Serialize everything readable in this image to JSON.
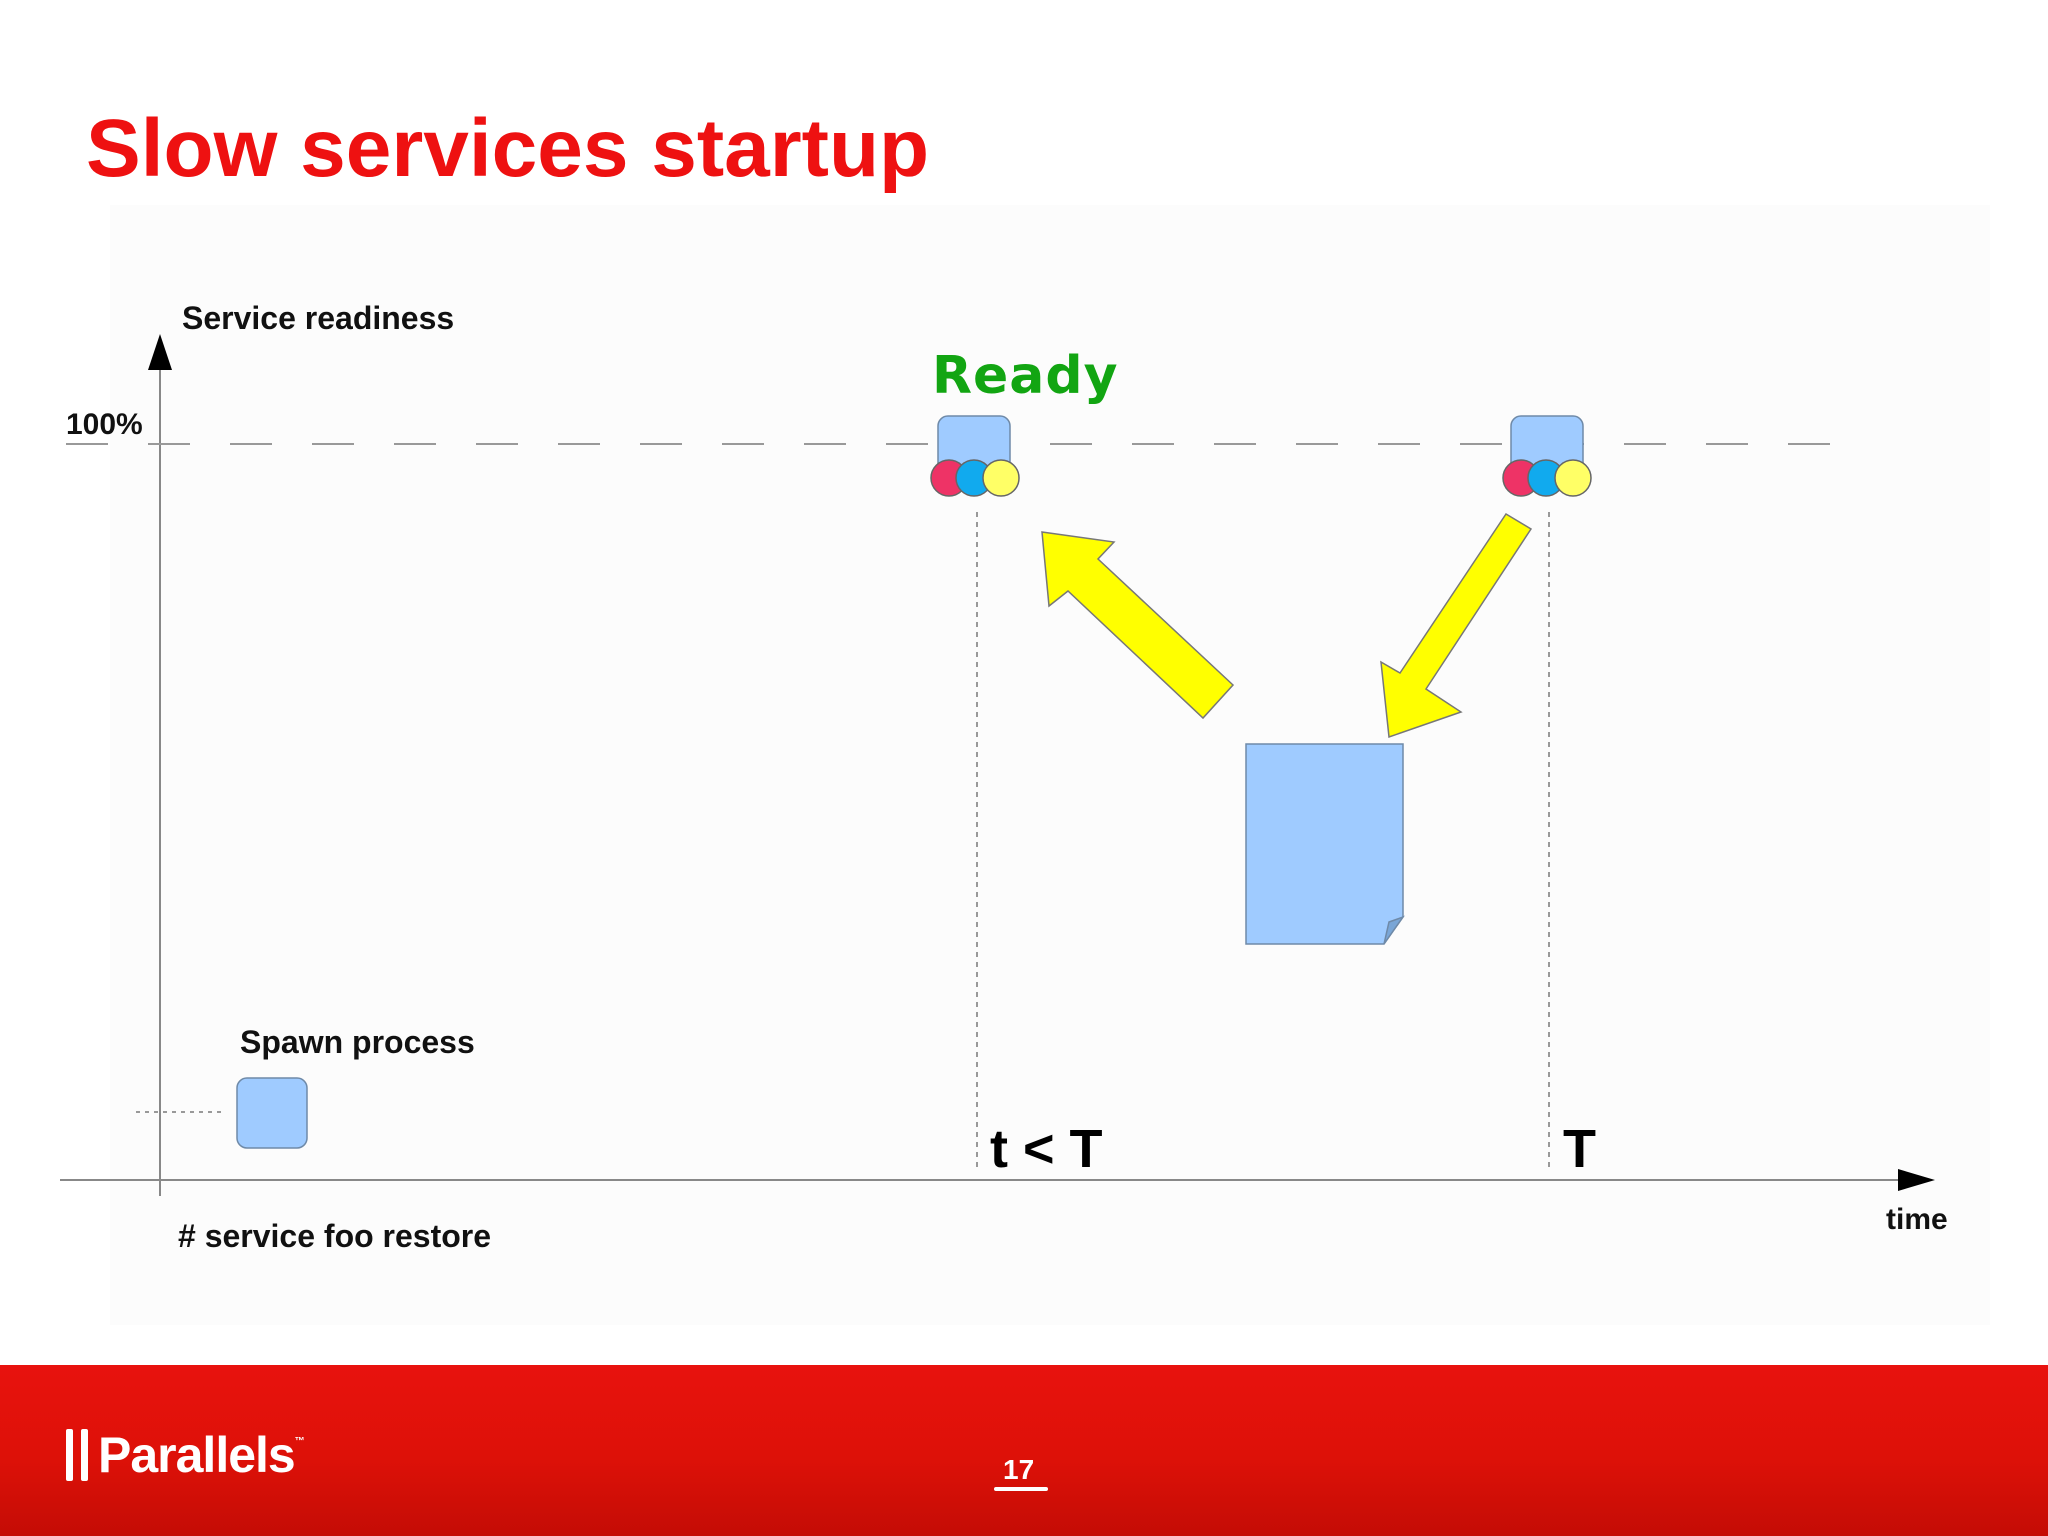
{
  "title": "Slow services startup",
  "diagram": {
    "y_axis_label": "Service readiness",
    "level_label": "100%",
    "ready_label": "Ready",
    "spawn_label": "Spawn process",
    "x_axis_label": "time",
    "command_label": "# service foo restore",
    "marker_early": "t < T",
    "marker_late": "T"
  },
  "colors": {
    "title": "#ee1111",
    "ready": "#12a512",
    "box_fill": "#9fcbff",
    "arrow_fill": "#ffff00",
    "footer": "#dd1108",
    "dot_red": "#ee3366",
    "dot_blue": "#11aaee",
    "dot_yellow": "#ffff66"
  },
  "footer": {
    "logo": "Parallels",
    "page_number": "17"
  }
}
